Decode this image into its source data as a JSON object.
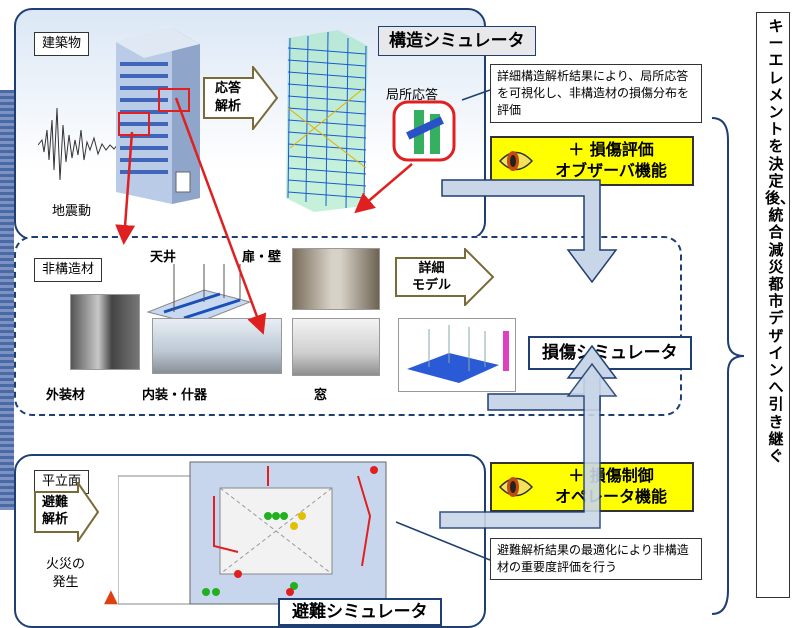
{
  "building": {
    "label": "建築物",
    "response_analysis": "応答\n解析",
    "earthquake": "地震動"
  },
  "structure_sim": {
    "title": "構造シミュレータ",
    "local_response": "局所応答",
    "description": "詳細構造解析結果により、局所応答を可視化し、非構造材の損傷分布を評価"
  },
  "damage_eval": {
    "line1": "＋ 損傷評価",
    "line2": "オブザーバ機能"
  },
  "nonstructural": {
    "label": "非構造材",
    "ceiling": "天井",
    "door_wall": "扉・壁",
    "exterior": "外装材",
    "interior": "内装・什器",
    "window": "窓",
    "detail_model": "詳細\nモデル"
  },
  "damage_sim": {
    "title": "損傷シミュレータ"
  },
  "floorplan": {
    "label": "平立面",
    "evac_analysis": "避難\n解析",
    "fire": "火災の\n発生"
  },
  "damage_control": {
    "line1": "＋ 損傷制御",
    "line2": "オペレータ機能"
  },
  "evac_sim": {
    "title": "避難シミュレータ",
    "description": "避難解析結果の最適化により非構造材の重要度評価を行う"
  },
  "side_text": "キーエレメントを決定後、統合減災都市デザインへ引き継ぐ",
  "colors": {
    "panel_border": "#1f3f73",
    "highlight_yellow": "#ffff00",
    "arrow_red": "#e02020",
    "big_arrow": "#c9d6e8"
  }
}
